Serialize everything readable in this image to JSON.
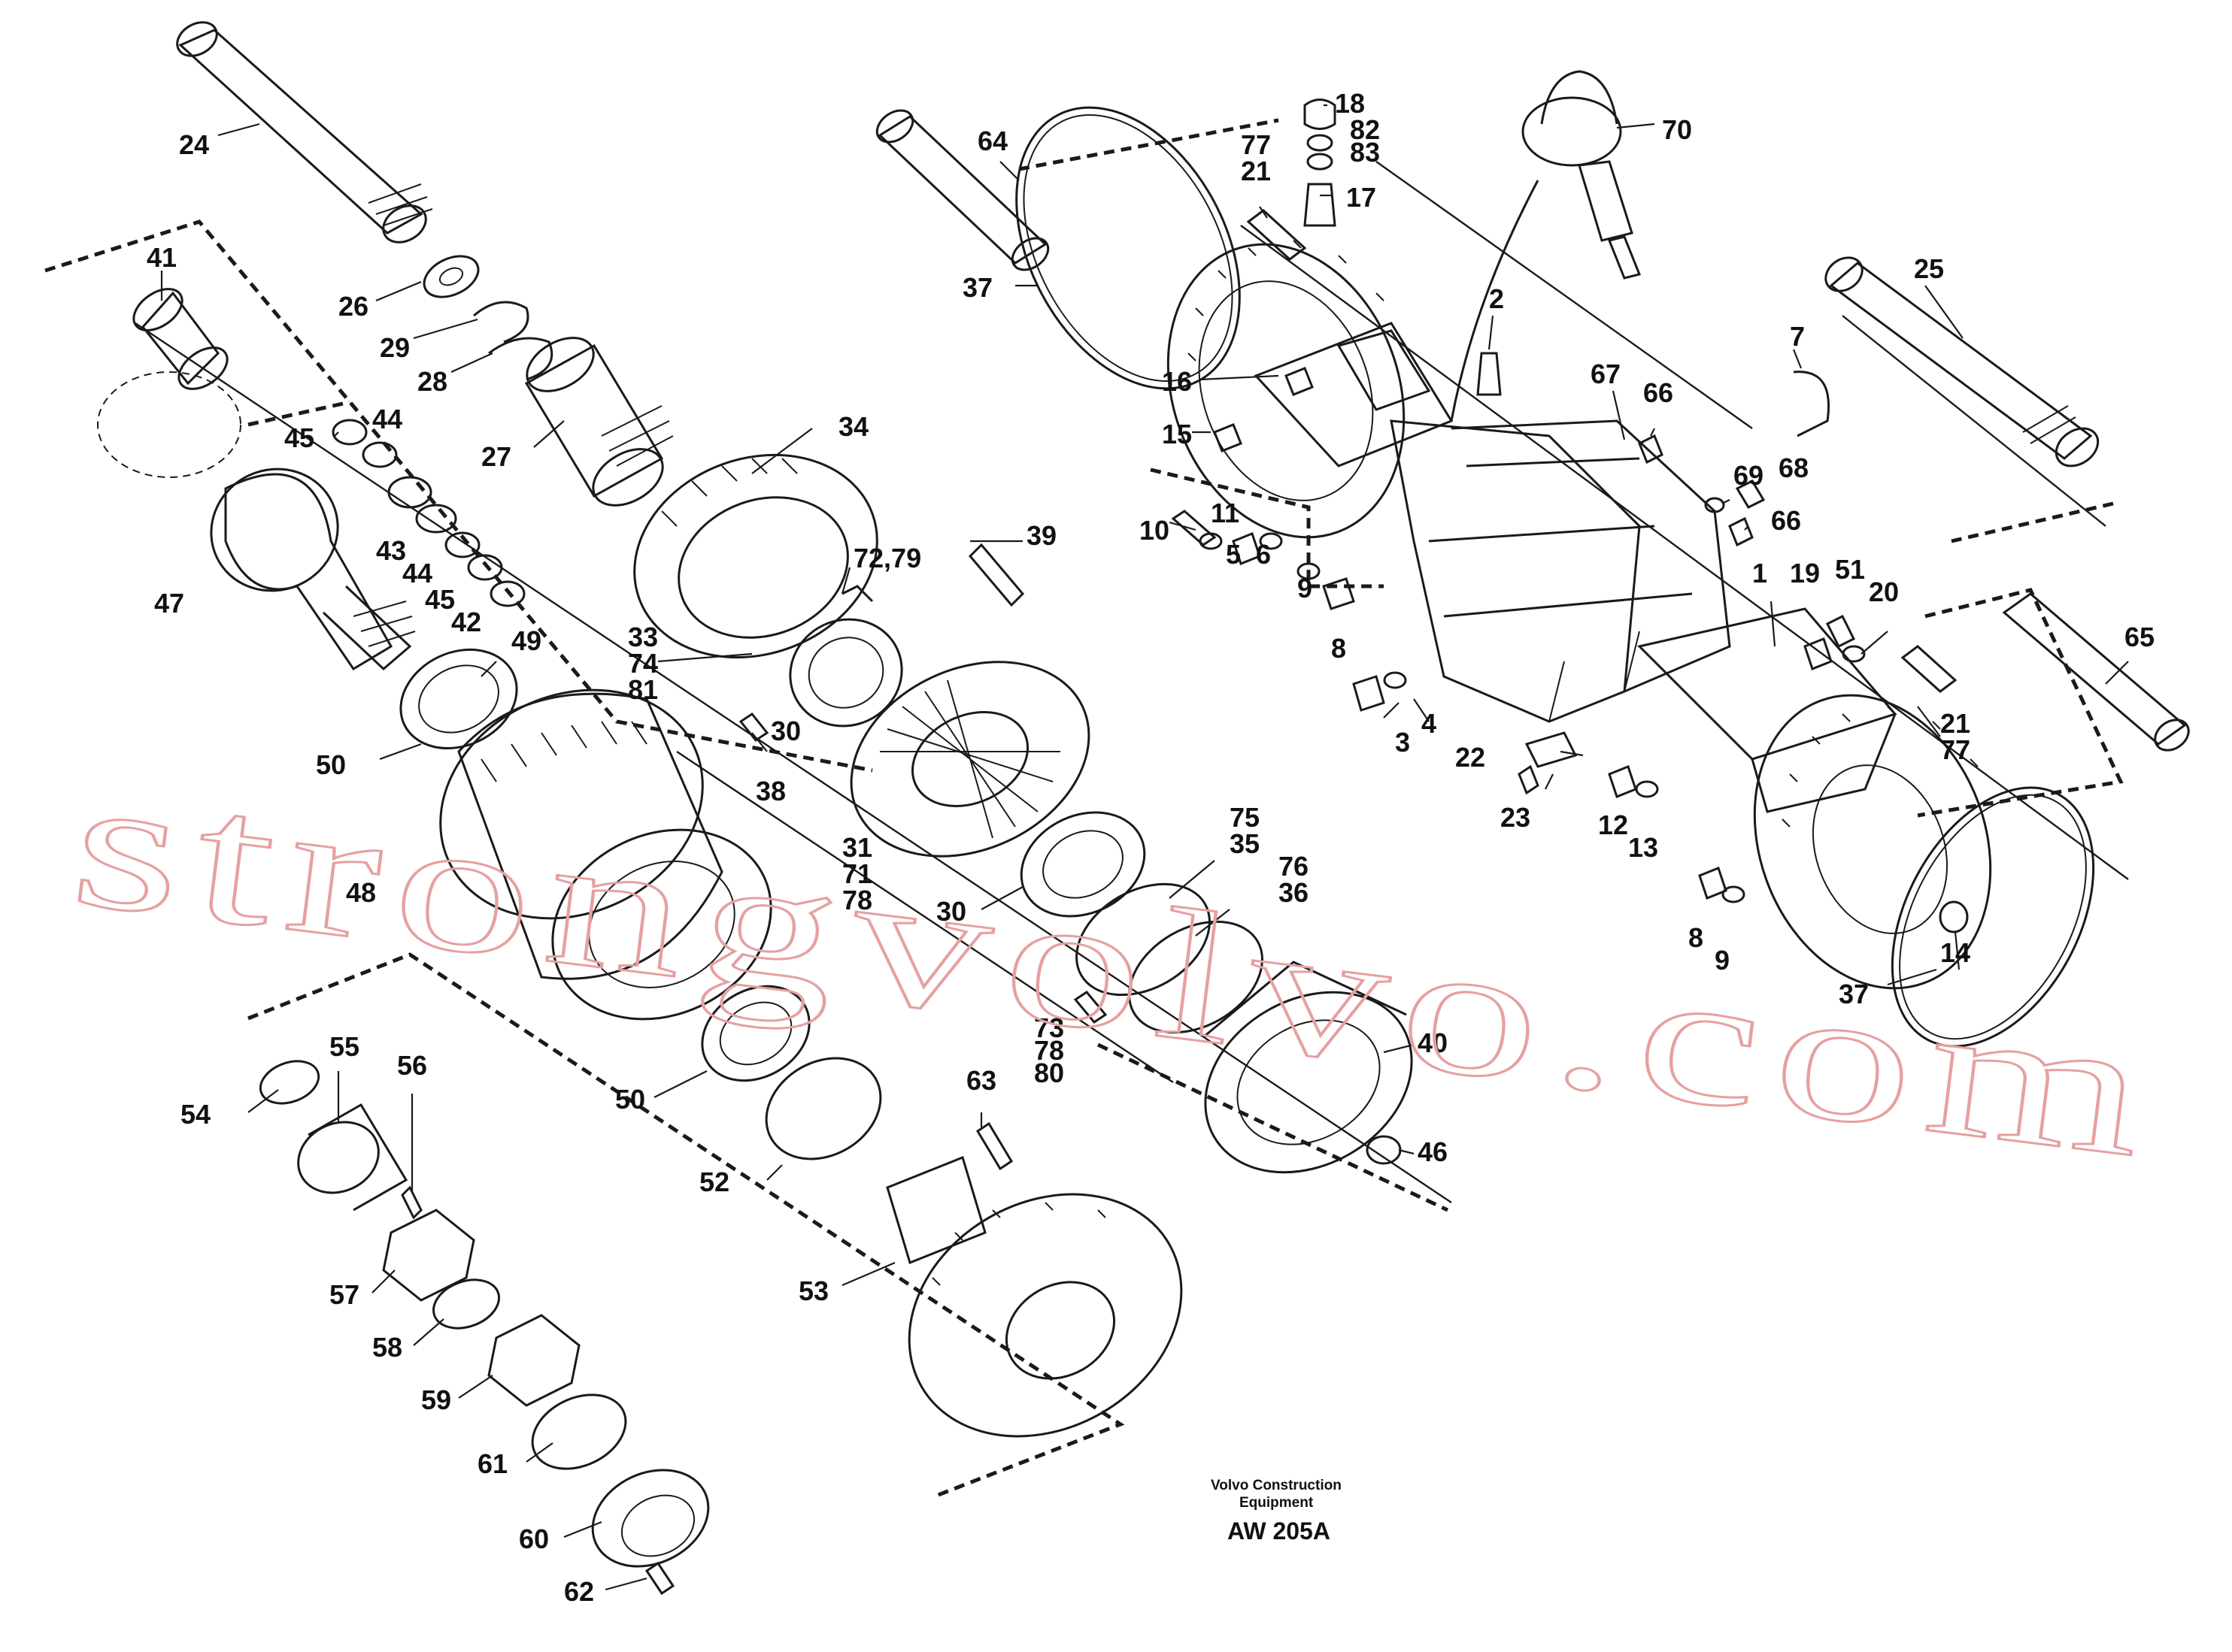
{
  "drawing": {
    "code": "AW 205A",
    "credit_line1": "Volvo Construction",
    "credit_line2": "Equipment",
    "watermark": "strongvolvo.com"
  },
  "callouts": [
    "24",
    "41",
    "26",
    "29",
    "28",
    "45",
    "44",
    "27",
    "43",
    "44",
    "45",
    "42",
    "47",
    "34",
    "72,79",
    "39",
    "33",
    "74",
    "81",
    "49",
    "30",
    "38",
    "50",
    "48",
    "31",
    "71",
    "78",
    "30",
    "75",
    "35",
    "76",
    "36",
    "50",
    "52",
    "63",
    "53",
    "55",
    "56",
    "54",
    "57",
    "58",
    "59",
    "61",
    "60",
    "62",
    "40",
    "46",
    "73",
    "78",
    "80",
    "64",
    "37",
    "18",
    "82",
    "83",
    "77",
    "21",
    "17",
    "16",
    "15",
    "70",
    "2",
    "67",
    "66",
    "7",
    "25",
    "69",
    "68",
    "66",
    "10",
    "11",
    "5",
    "6",
    "9",
    "8",
    "1",
    "19",
    "51",
    "20",
    "65",
    "3",
    "4",
    "21",
    "77",
    "22",
    "23",
    "12",
    "13",
    "8",
    "9",
    "14",
    "37"
  ],
  "colors": {
    "line": "#1a1a1a",
    "watermark": "#e6a0a0",
    "background": "#ffffff"
  }
}
